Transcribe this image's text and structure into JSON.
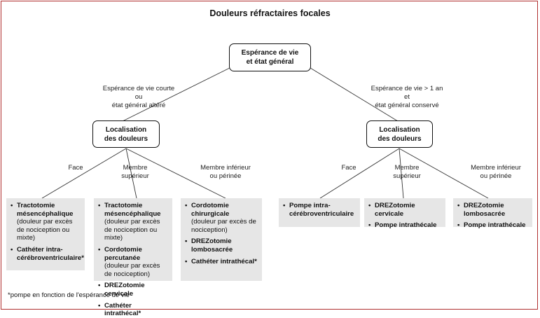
{
  "title": "Douleurs réfractaires focales",
  "root": {
    "line1": "Espérance de vie",
    "line2": "et état général"
  },
  "branches": {
    "left": {
      "l1": "Espérance de vie courte",
      "l2": "ou",
      "l3": "état général altéré"
    },
    "right": {
      "l1": "Espérance de vie > 1 an",
      "l2": "et",
      "l3": "état général conservé"
    }
  },
  "local_left": {
    "line1": "Localisation",
    "line2": "des douleurs"
  },
  "local_right": {
    "line1": "Localisation",
    "line2": "des douleurs"
  },
  "labels": {
    "ll_face": "Face",
    "ll_membre_sup_1": "Membre",
    "ll_membre_sup_2": "supérieur",
    "ll_membre_inf_1": "Membre inférieur",
    "ll_membre_inf_2": "ou périnée",
    "rl_face": "Face",
    "rl_membre_sup_1": "Membre",
    "rl_membre_sup_2": "supérieur",
    "rl_membre_inf_1": "Membre inférieur",
    "rl_membre_inf_2": "ou périnée"
  },
  "boxes": {
    "b1": {
      "i1_t": "Tractotomie mésencéphalique",
      "i1_d": "(douleur par excès de nociception ou mixte)",
      "i2_t": "Cathéter intra-cérébroventriculaire*"
    },
    "b2": {
      "i1_t": "Tractotomie mésencéphalique",
      "i1_d": "(douleur par excès de nociception ou mixte)",
      "i2_t": "Cordotomie percutanée",
      "i2_d": "(douleur par excès de nociception)",
      "i3_t": "DREZotomie cervicale",
      "i4_t": "Cathéter intrathécal*"
    },
    "b3": {
      "i1_t": "Cordotomie chirurgicale",
      "i1_d": "(douleur par excès de nociception)",
      "i2_t": "DREZotomie lombosacrée",
      "i3_t": "Cathéter intrathécal*"
    },
    "b4": {
      "i1_t": "Pompe intra-cérébroventriculaire"
    },
    "b5": {
      "i1_t": "DREZotomie cervicale",
      "i2_t": "Pompe intrathécale"
    },
    "b6": {
      "i1_t": "DREZotomie lombosacrée",
      "i2_t": "Pompe intrathécale"
    }
  },
  "footnote": "*pompe en fonction de l'espérance de vie"
}
